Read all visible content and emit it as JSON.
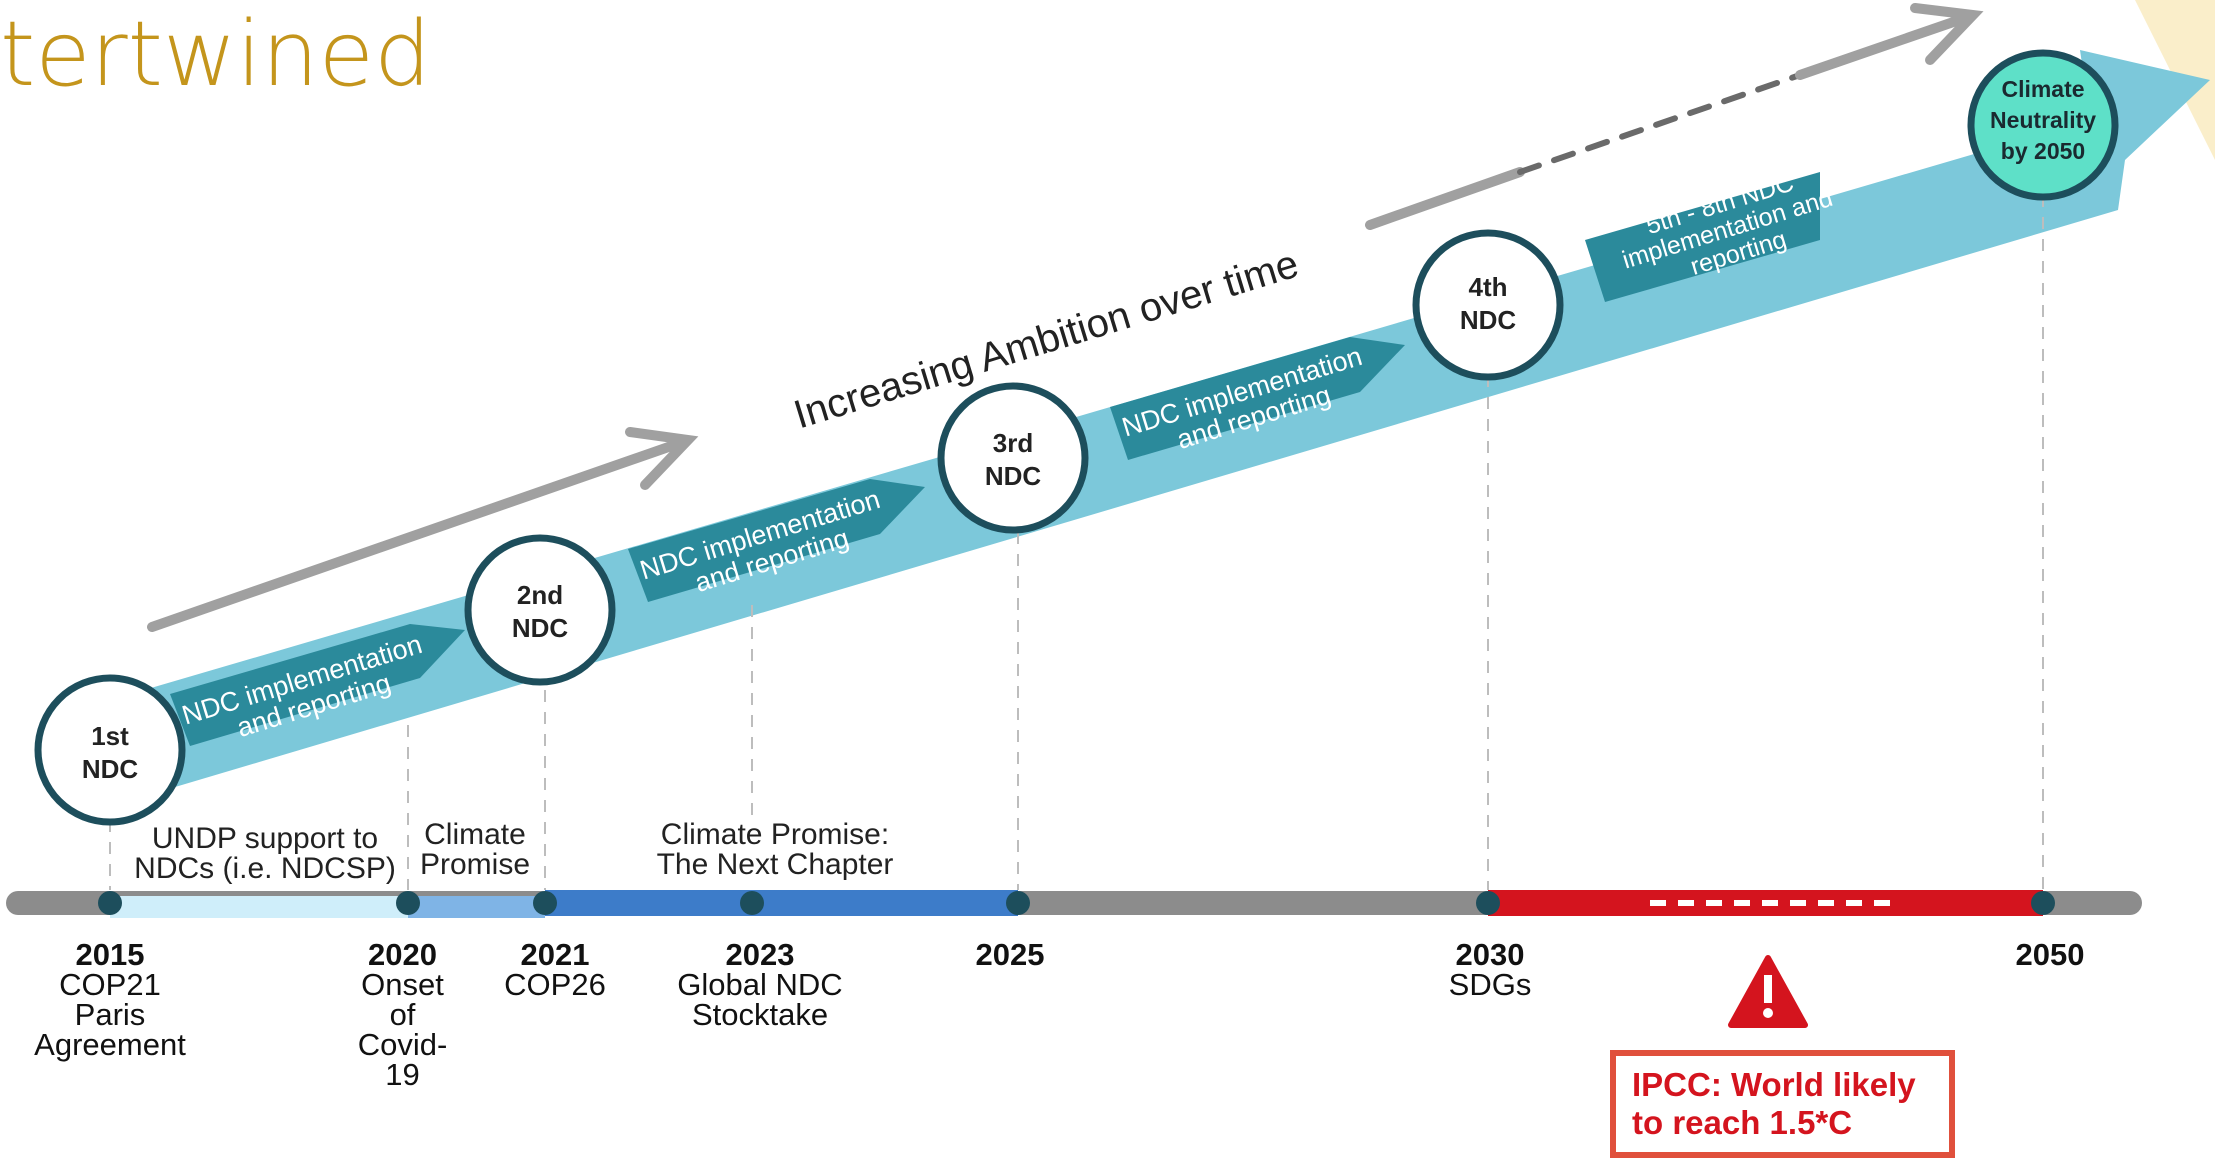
{
  "title_fragment": "tertwined",
  "ambition_label": "Increasing Ambition over time",
  "implementation_label_line1": "NDC implementation",
  "implementation_label_line2": "and reporting",
  "final_impl_lines": [
    "5th - 8th NDC",
    "implementation and",
    "reporting"
  ],
  "ndc_circles": [
    {
      "line1": "1st",
      "line2": "NDC"
    },
    {
      "line1": "2nd",
      "line2": "NDC"
    },
    {
      "line1": "3rd",
      "line2": "NDC"
    },
    {
      "line1": "4th",
      "line2": "NDC"
    }
  ],
  "goal_circle": [
    "Climate",
    "Neutrality",
    "by 2050"
  ],
  "bar_labels": {
    "undp": [
      "UNDP support to",
      "NDCs (i.e. NDCSP)"
    ],
    "climate_promise": [
      "Climate",
      "Promise"
    ],
    "next_chapter": [
      "Climate Promise:",
      "The Next Chapter"
    ]
  },
  "milestones": [
    {
      "year": "2015",
      "lines": [
        "COP21",
        "Paris",
        "Agreement"
      ]
    },
    {
      "year": "2020",
      "lines": [
        "Onset",
        "of",
        "Covid-",
        "19"
      ]
    },
    {
      "year": "2021",
      "lines": [
        "COP26"
      ]
    },
    {
      "year": "2023",
      "lines": [
        "Global NDC",
        "Stocktake"
      ]
    },
    {
      "year": "2025",
      "lines": []
    },
    {
      "year": "2030",
      "lines": [
        "SDGs"
      ]
    },
    {
      "year": "2050",
      "lines": []
    }
  ],
  "warning_icon": "warning-triangle-icon",
  "ipcc_text": [
    "IPCC: World likely",
    "to reach 1.5*C"
  ],
  "colors": {
    "title": "#c4951c",
    "main_arrow": "#7cc8da",
    "impl_banner": "#2b8a9b",
    "circle_border": "#1d4e5c",
    "goal_circle": "#5ee0c8",
    "timeline_gray": "#8c8c8c",
    "undp_bar": "#cfeefa",
    "promise_bar": "#7fb4e6",
    "next_chapter_bar": "#3d7cc9",
    "danger_red": "#d4141e",
    "node_dark": "#1d4e5c",
    "ipcc_border": "#e0503c"
  }
}
